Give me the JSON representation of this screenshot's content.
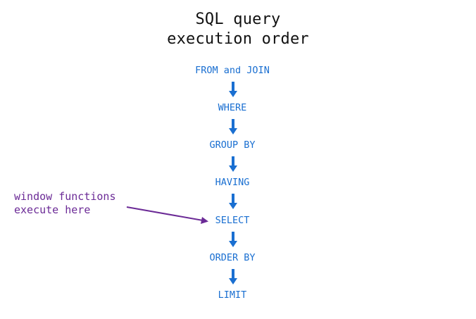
{
  "diagram": {
    "title_lines": [
      "SQL query",
      "execution order"
    ],
    "steps": [
      {
        "label": "FROM and JOIN"
      },
      {
        "label": "WHERE"
      },
      {
        "label": "GROUP BY"
      },
      {
        "label": "HAVING"
      },
      {
        "label": "SELECT"
      },
      {
        "label": "ORDER BY"
      },
      {
        "label": "LIMIT"
      }
    ],
    "annotation": {
      "lines": [
        "window functions",
        "execute here"
      ],
      "points_to": "SELECT"
    },
    "colors": {
      "title": "#111111",
      "step": "#1a6fd1",
      "arrow": "#1a6fd1",
      "annotation": "#6b2a96"
    }
  }
}
